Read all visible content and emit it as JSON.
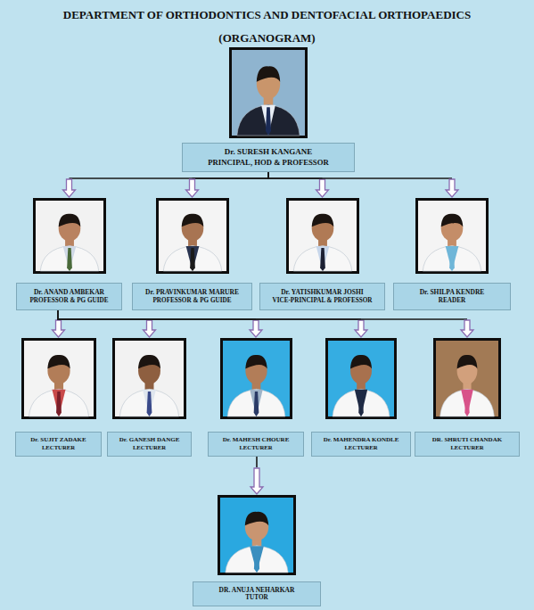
{
  "diagram": {
    "title": "DEPARTMENT OF ORTHODONTICS AND DENTOFACIAL ORTHOPAEDICS",
    "nodes": [
      {
        "text": [
          "Dr. SURESH KANGANE",
          "PRINCIPAL, HOD & PROFESSOR"
        ]
      },
      {
        "text": [
          "Dr. ANAND AMBEKAR",
          "PROFESSOR & PG GUIDE"
        ]
      },
      {
        "text": [
          "Dr. PRAVINKUMAR MARURE",
          "PROFESSOR & PG GUIDE"
        ]
      },
      {
        "text": [
          "Dr. YATISHKUMAR JOSHI",
          "VICE-PRINCIPAL & PROFESSOR"
        ]
      },
      {
        "text": [
          "Dr. SHILPA KENDRE",
          "READER"
        ]
      },
      {
        "text": [
          "Dr. SUJIT ZADAKE",
          "LECTURER"
        ]
      },
      {
        "text": [
          "Dr. GANESH DANGE",
          "LECTURER"
        ]
      },
      {
        "text": [
          "Dr. MAHESH CHOURE",
          "LECTURER"
        ]
      },
      {
        "text": [
          "Dr. MAHENDRA KONDLE",
          "LECTURER"
        ]
      },
      {
        "text": [
          "DR. SHRUTI CHANDAK",
          "LECTURER"
        ]
      },
      {
        "text": [
          "DR. ANUJA NEHARKAR",
          "TUTOR"
        ]
      }
    ],
    "edges": [
      {
        "from": 0,
        "to": 1,
        "arrow": "to"
      },
      {
        "from": 0,
        "to": 2,
        "arrow": "to"
      },
      {
        "from": 0,
        "to": 3,
        "arrow": "to"
      },
      {
        "from": 0,
        "to": 4,
        "arrow": "to"
      },
      {
        "from": 1,
        "to": 5,
        "arrow": "to"
      },
      {
        "from": 1,
        "to": 6,
        "arrow": "to"
      },
      {
        "from": 1,
        "to": 7,
        "arrow": "to"
      },
      {
        "from": 1,
        "to": 8,
        "arrow": "to"
      },
      {
        "from": 1,
        "to": 9,
        "arrow": "to"
      },
      {
        "from": 7,
        "to": 10,
        "arrow": "to"
      }
    ],
    "labels": [
      "(ORGANOGRAM)"
    ]
  }
}
